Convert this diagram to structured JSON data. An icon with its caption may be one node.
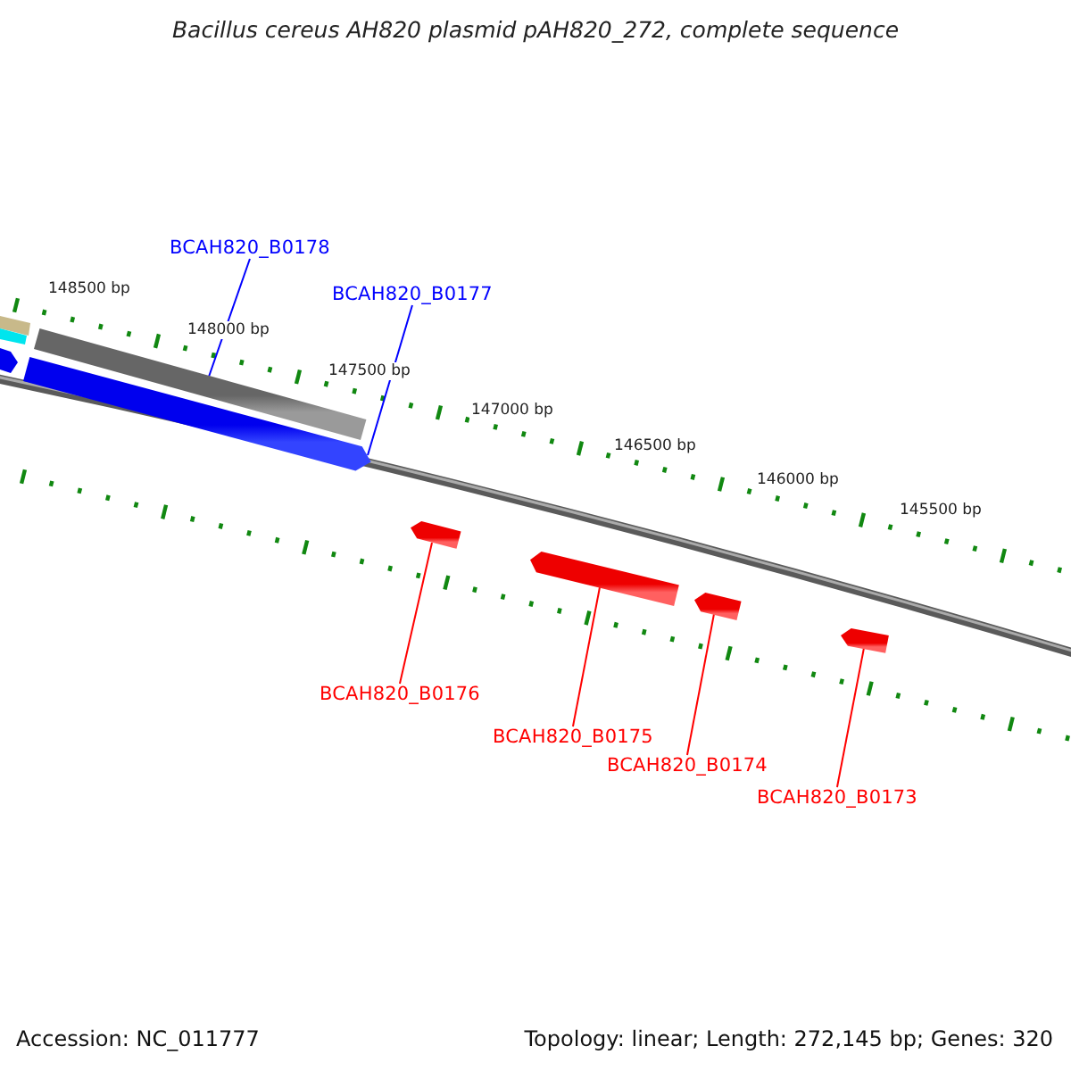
{
  "diagram": {
    "title": "Bacillus cereus AH820 plasmid pAH820_272, complete sequence",
    "nodes": [
      {
        "text": [
          "BCAH820_B0178"
        ]
      },
      {
        "text": [
          "BCAH820_B0177"
        ]
      },
      {
        "text": [],
        "shape": "bar"
      },
      {
        "text": [],
        "shape": "arrow"
      },
      {
        "text": [],
        "shape": "arrow"
      },
      {
        "text": [],
        "shape": "arrow"
      },
      {
        "text": [],
        "shape": "arrow"
      },
      {
        "text": [],
        "shape": "arrow"
      },
      {
        "text": [
          "BCAH820_B0176"
        ]
      },
      {
        "text": [
          "BCAH820_B0175"
        ]
      },
      {
        "text": [
          "BCAH820_B0174"
        ]
      },
      {
        "text": [
          "BCAH820_B0173"
        ]
      }
    ],
    "edges": [
      {
        "from": 0,
        "to": 2,
        "arrow": "none",
        "color": "#0000ff"
      },
      {
        "from": 1,
        "to": 3,
        "arrow": "none",
        "color": "#0000ff"
      },
      {
        "from": 8,
        "to": 4,
        "arrow": "none"
      },
      {
        "from": 9,
        "to": 5,
        "arrow": "none"
      },
      {
        "from": 10,
        "to": 6,
        "arrow": "none"
      },
      {
        "from": 11,
        "to": 7,
        "arrow": "none"
      }
    ],
    "labels": [
      "148500 bp",
      "148000 bp",
      "147500 bp",
      "147000 bp",
      "146500 bp",
      "146000 bp",
      "145500 bp",
      "Accession: NC_011777",
      "Topology: linear; Length: 272,145 bp; Genes: 320"
    ]
  }
}
